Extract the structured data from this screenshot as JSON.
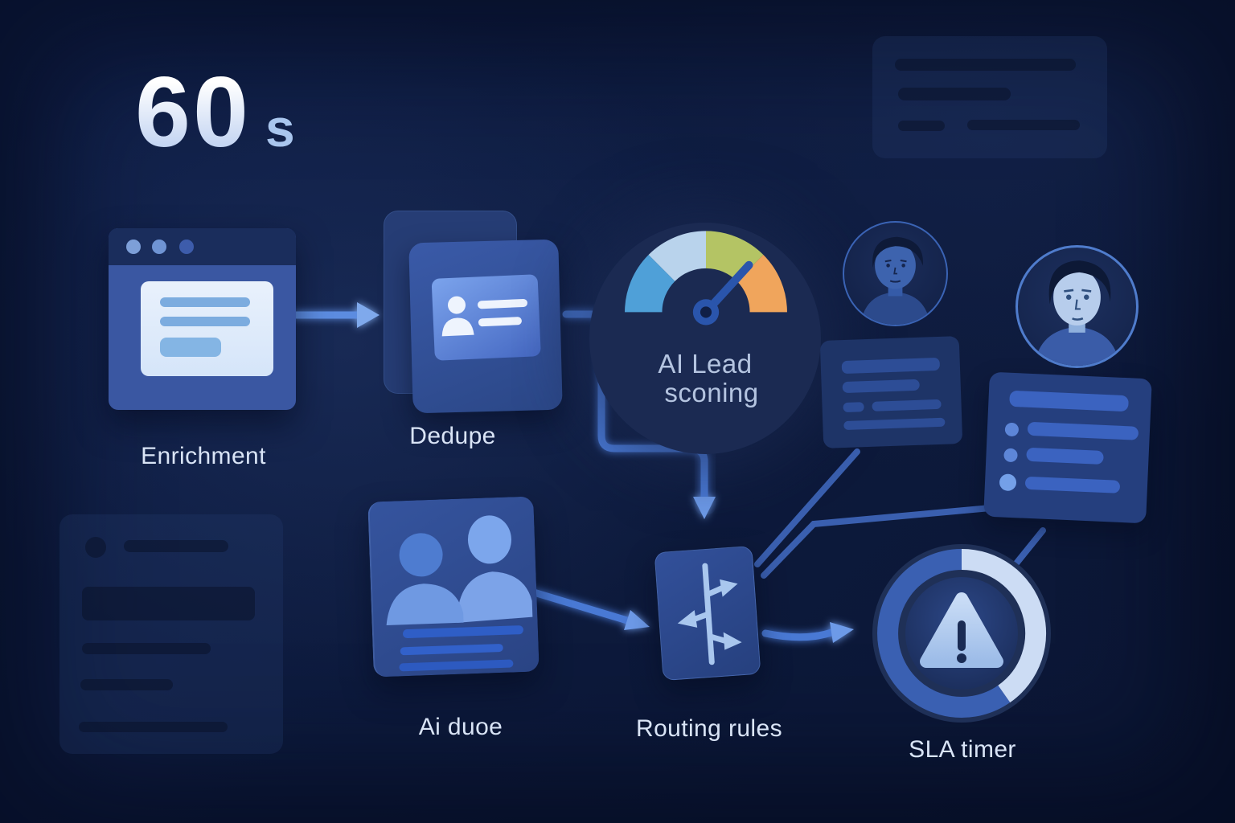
{
  "headline": {
    "value": "60",
    "unit": "s"
  },
  "nodes": {
    "enrichment": {
      "label": "Enrichment"
    },
    "dedupe": {
      "label": "Dedupe"
    },
    "scoring": {
      "label_line1": "AI Lead",
      "label_line2": "sconing"
    },
    "dupe": {
      "label": "Ai duoe"
    },
    "routing": {
      "label": "Routing rules"
    },
    "sla": {
      "label": "SLA timer"
    }
  },
  "colors": {
    "background": "#0d1a3c",
    "connector_glow": "#4a79d4",
    "connector_dim": "#3f67bc",
    "gauge_segments": [
      "#4fa0d8",
      "#b9d3ec",
      "#b4c464",
      "#f0a55c"
    ],
    "gauge_needle": "#2a55ac",
    "sla_ring_blue": "#3a60b2",
    "sla_ring_light": "#ccdcf4"
  }
}
